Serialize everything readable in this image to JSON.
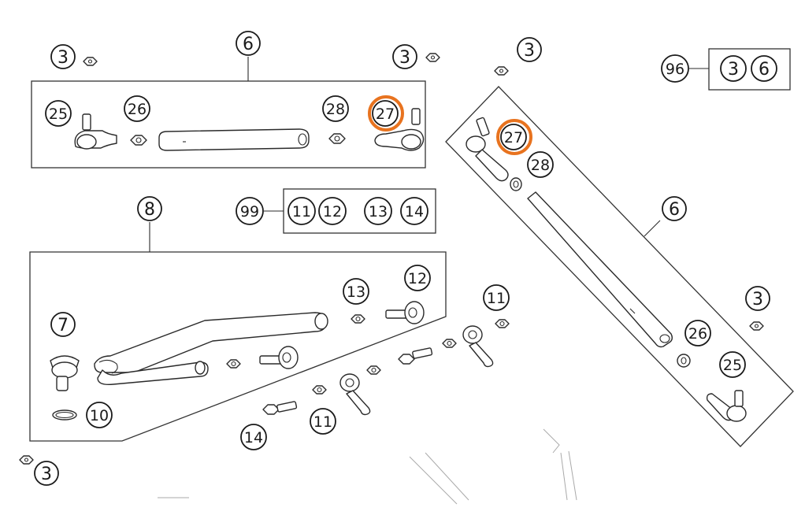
{
  "diagram": {
    "callouts": {
      "c3_a": "3",
      "c3_b": "3",
      "c3_c": "3",
      "c3_d": "3",
      "c3_e": "3",
      "c6_top": "6",
      "c6_right": "6",
      "c25_left": "25",
      "c25_right": "25",
      "c26_left": "26",
      "c26_right": "26",
      "c27_left": "27",
      "c27_right": "27",
      "c28_left": "28",
      "c28_right": "28",
      "c8": "8",
      "c7": "7",
      "c10": "10",
      "c11_a": "11",
      "c11_b": "11",
      "c12": "12",
      "c13": "13",
      "c14": "14"
    },
    "kits": {
      "k96": {
        "label": "96",
        "items": [
          "3",
          "6"
        ]
      },
      "k99": {
        "label": "99",
        "items": [
          "11",
          "12",
          "13",
          "14"
        ]
      }
    },
    "highlight_color": "#e8731f"
  }
}
